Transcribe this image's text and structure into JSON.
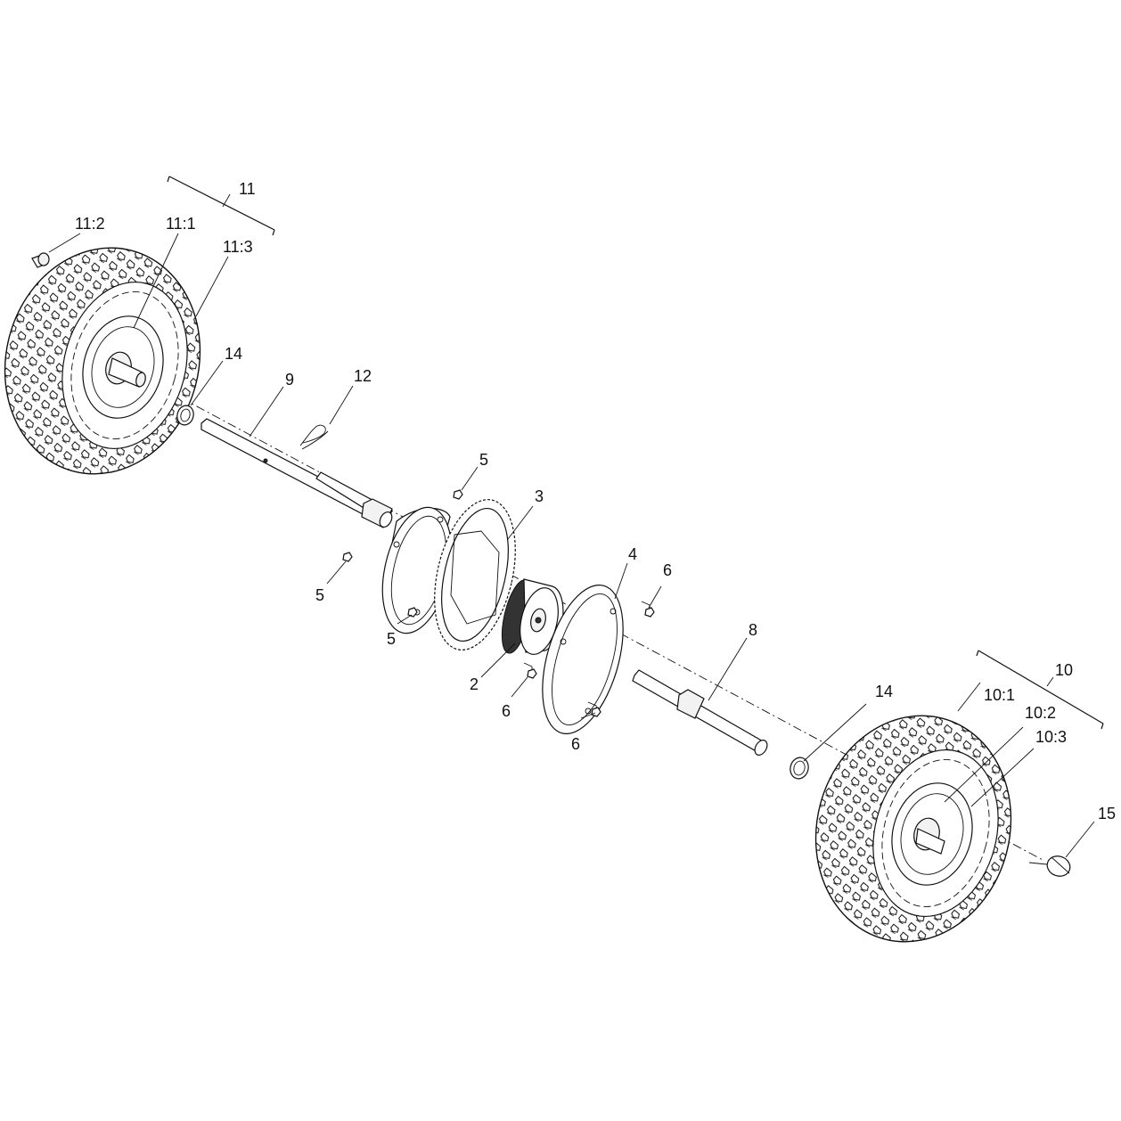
{
  "callouts": {
    "c11": "11",
    "c11_1": "11:1",
    "c11_2": "11:2",
    "c11_3": "11:3",
    "c14a": "14",
    "c9": "9",
    "c12": "12",
    "c5a": "5",
    "c3": "3",
    "c5b": "5",
    "c5c": "5",
    "c4": "4",
    "c6a": "6",
    "c2": "2",
    "c6b": "6",
    "c6c": "6",
    "c8": "8",
    "c10": "10",
    "c14b": "14",
    "c10_1": "10:1",
    "c10_2": "10:2",
    "c10_3": "10:3",
    "c15": "15"
  }
}
